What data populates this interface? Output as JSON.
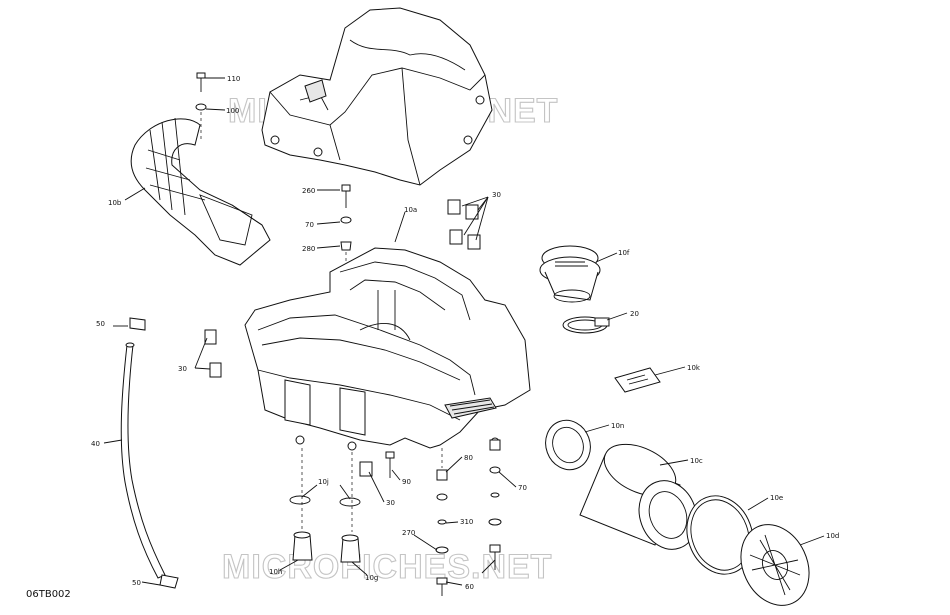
{
  "watermark": "MICROFICHES.NET",
  "diagram_ref": "06TB002",
  "callouts": {
    "c110": "110",
    "c100": "100",
    "c10b": "10b",
    "c260": "260",
    "c10a": "10a",
    "c70_top": "70",
    "c280": "280",
    "c30_top": "30",
    "c10f": "10f",
    "c20": "20",
    "c50_top": "50",
    "c30_left": "30",
    "c10k": "10k",
    "c10n": "10n",
    "c40": "40",
    "c10c": "10c",
    "c80": "80",
    "c90": "90",
    "c70_mid": "70",
    "c10j": "10j",
    "c30_bottom": "30",
    "c10e": "10e",
    "c310": "310",
    "c270": "270",
    "c10d": "10d",
    "c10h": "10h",
    "c10g": "10g",
    "c50_bottom": "50",
    "c60": "60"
  }
}
